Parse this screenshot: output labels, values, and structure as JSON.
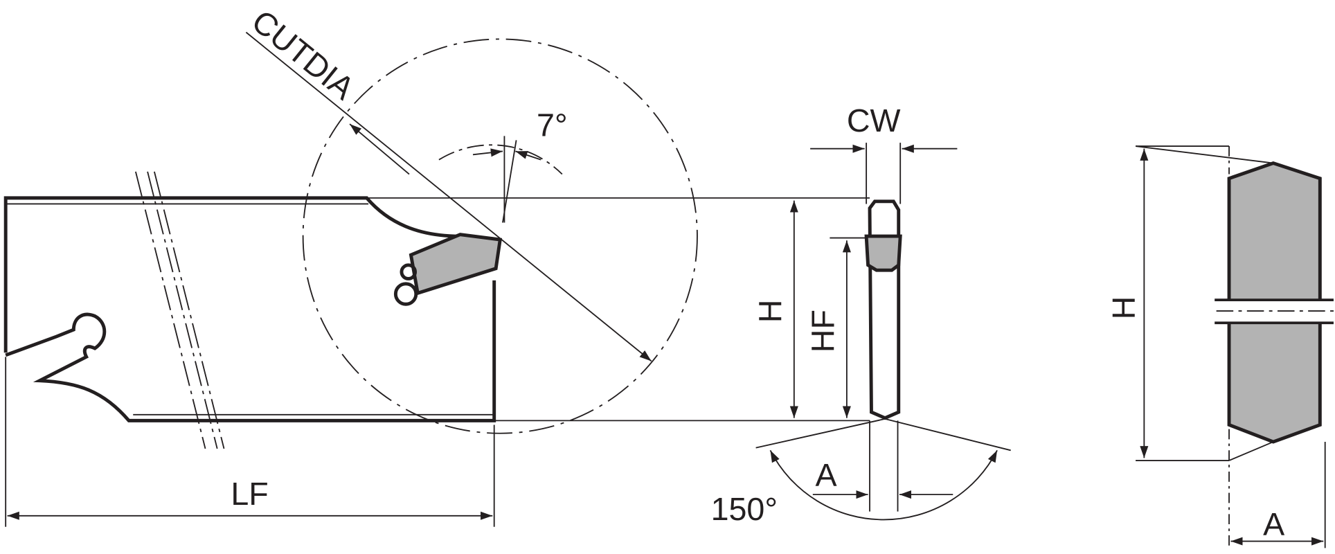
{
  "labels": {
    "cutdia": "CUTDIA",
    "angle_7": "7°",
    "cw": "CW",
    "h_side": "H",
    "hf": "HF",
    "lf": "LF",
    "a_side": "A",
    "angle_150": "150°",
    "h_end": "H",
    "a_end": "A"
  },
  "colors": {
    "line": "#231f20",
    "insert_fill": "#b3b3b3"
  }
}
